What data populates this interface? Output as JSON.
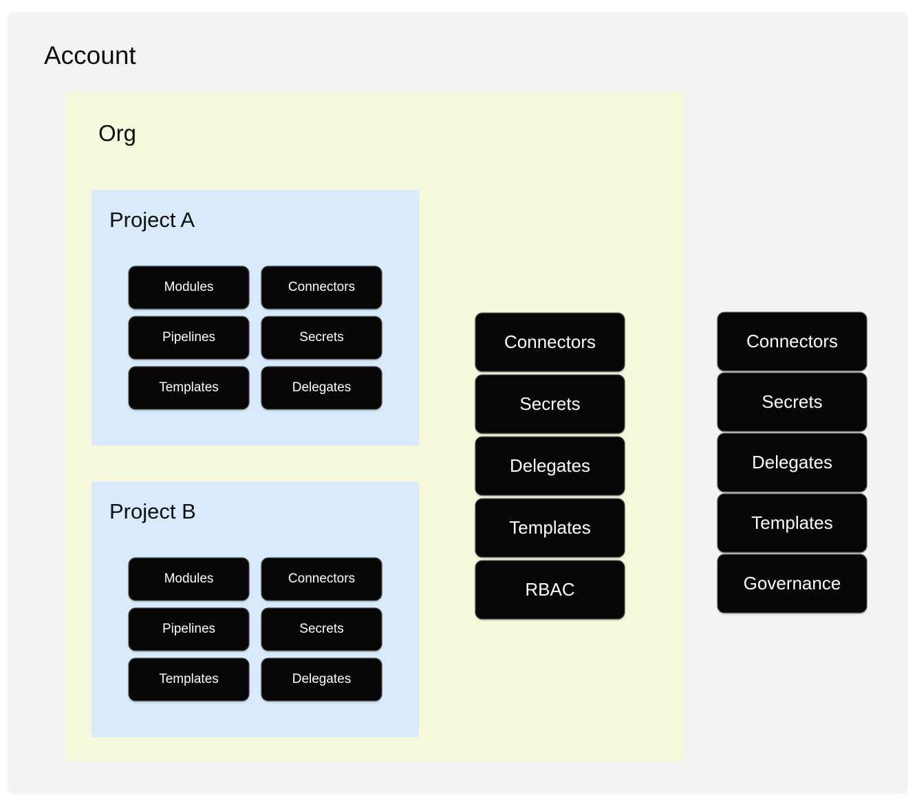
{
  "diagram": {
    "title": "Account",
    "type": "nested-hierarchy",
    "colors": {
      "account_background": "#f2f3f2",
      "org_background": "#f6f8dc",
      "project_background": "#d8eafb",
      "chip_background": "#060606",
      "chip_text": "#ffffff",
      "page_background": "#ffffff"
    }
  },
  "account": {
    "label": "Account",
    "scope_items": [
      {
        "label": "Connectors"
      },
      {
        "label": "Secrets"
      },
      {
        "label": "Delegates"
      },
      {
        "label": "Templates"
      },
      {
        "label": "Governance"
      }
    ]
  },
  "org": {
    "label": "Org",
    "scope_items": [
      {
        "label": "Connectors"
      },
      {
        "label": "Secrets"
      },
      {
        "label": "Delegates"
      },
      {
        "label": "Templates"
      },
      {
        "label": "RBAC"
      }
    ]
  },
  "projects": [
    {
      "label": "Project A",
      "items": [
        {
          "label": "Modules"
        },
        {
          "label": "Connectors"
        },
        {
          "label": "Pipelines"
        },
        {
          "label": "Secrets"
        },
        {
          "label": "Templates"
        },
        {
          "label": "Delegates"
        }
      ]
    },
    {
      "label": "Project B",
      "items": [
        {
          "label": "Modules"
        },
        {
          "label": "Connectors"
        },
        {
          "label": "Pipelines"
        },
        {
          "label": "Secrets"
        },
        {
          "label": "Templates"
        },
        {
          "label": "Delegates"
        }
      ]
    }
  ]
}
